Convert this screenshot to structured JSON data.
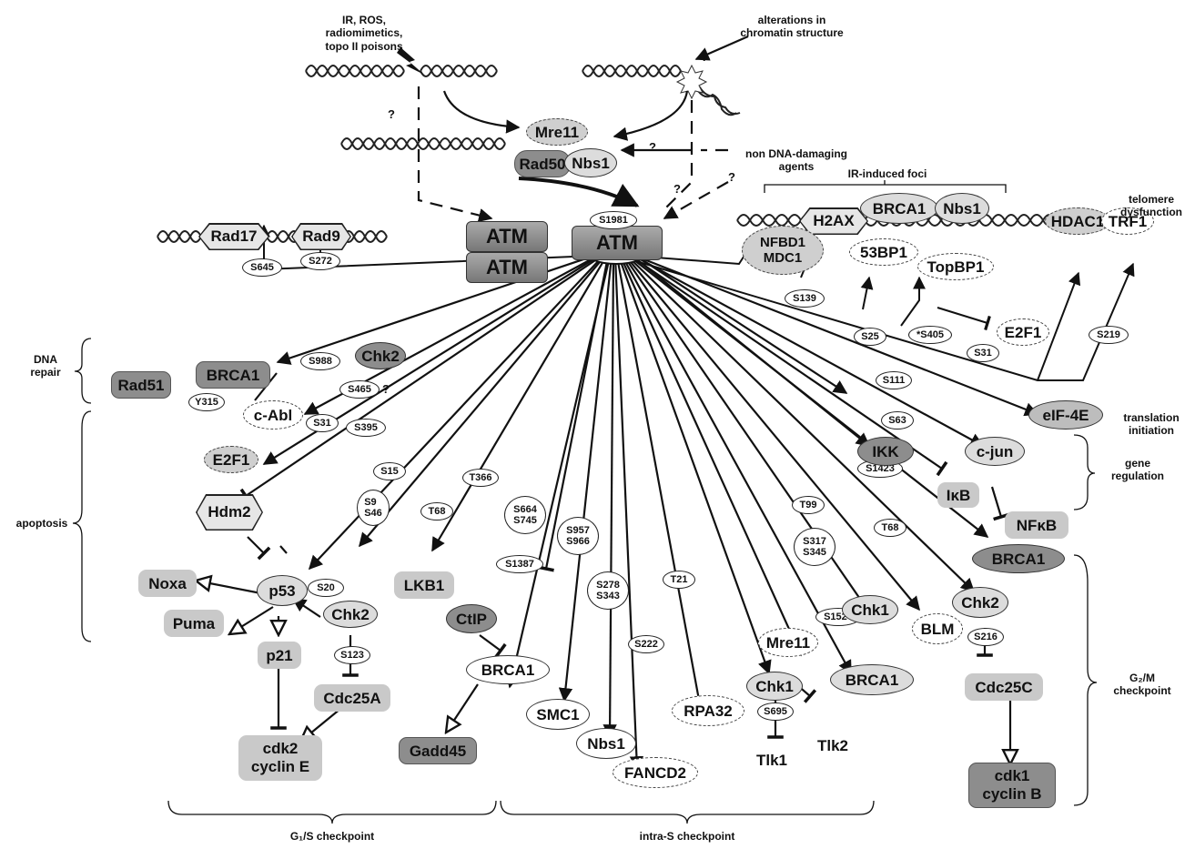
{
  "top": {
    "stimulus_ir": "IR, ROS,\nradiomimetics,\ntopo II poisons",
    "stimulus_chromatin": "alterations in\nchromatin structure",
    "stimulus_non_dna": "non DNA-damaging\nagents",
    "question": "?"
  },
  "mrn": {
    "mre11": "Mre11",
    "rad50": "Rad50",
    "nbs1": "Nbs1"
  },
  "atm": {
    "dimer_top": "ATM",
    "dimer_bottom": "ATM",
    "active": "ATM",
    "site": "S1981"
  },
  "left_dna": {
    "rad17": "Rad17",
    "rad9": "Rad9",
    "s645": "S645",
    "s272": "S272"
  },
  "foci": {
    "title": "IR-induced foci",
    "h2ax": "H2AX",
    "brca1": "BRCA1",
    "nbs1": "Nbs1",
    "hdac1": "HDAC1",
    "trf1": "TRF1",
    "nfbd1": "NFBD1\nMDC1",
    "bp53": "53BP1",
    "topbp1": "TopBP1",
    "e2f1": "E2F1",
    "s139": "S139",
    "s25": "S25",
    "s405": "*S405",
    "s31": "S31",
    "s219": "S219",
    "telomere": "telomere\ndysfunction"
  },
  "left_side": {
    "dna_repair": "DNA\nrepair",
    "apoptosis": "apoptosis",
    "rad51": "Rad51",
    "brca1": "BRCA1",
    "cabl": "c-Abl",
    "chk2": "Chk2",
    "y315": "Y315",
    "s988": "S988",
    "s465": "S465",
    "q": "?",
    "e2f1": "E2F1",
    "s31": "S31",
    "s395": "S395",
    "hdm2": "Hdm2",
    "s15": "S15",
    "s9s46": "S9\nS46",
    "p53": "p53",
    "noxa": "Noxa",
    "puma": "Puma",
    "p21": "p21",
    "s20": "S20",
    "chk2b": "Chk2",
    "t68": "T68",
    "s123": "S123",
    "cdc25a": "Cdc25A",
    "cdk2": "cdk2\ncyclin E",
    "g1s": "G₁/S checkpoint"
  },
  "middle": {
    "lkb1": "LKB1",
    "t366": "T366",
    "s664": "S664\nS745",
    "ctip": "CtIP",
    "s1387": "S1387",
    "brca1": "BRCA1",
    "gadd45": "Gadd45",
    "s957": "S957\nS966",
    "smc1": "SMC1",
    "s278": "S278\nS343",
    "nbs1": "Nbs1",
    "s222": "S222",
    "fancd2": "FANCD2",
    "t21": "T21",
    "rpa32": "RPA32",
    "intras": "intra-S checkpoint"
  },
  "right_side": {
    "mre11": "Mre11",
    "chk1": "Chk1",
    "s695": "S695",
    "tlk1": "Tlk1",
    "tlk2": "Tlk2",
    "s1524": "S1524",
    "brca1b": "BRCA1",
    "t99": "T99",
    "s317": "S317\nS345",
    "chk1b": "Chk1",
    "blm": "BLM",
    "t68": "T68",
    "chk2": "Chk2",
    "s216": "S216",
    "cdc25c": "Cdc25C",
    "cdk1": "cdk1\ncyclin B",
    "g2m": "G₂/M\ncheckpoint",
    "s1423": "S1423",
    "brca1c": "BRCA1",
    "ikk": "IKK",
    "ikb": "IκB",
    "nfkb": "NFκB",
    "gene_reg": "gene\nregulation",
    "s63": "S63",
    "cjun": "c-jun",
    "s111": "S111",
    "eif4e": "eIF-4E",
    "translation": "translation\ninitiation"
  }
}
